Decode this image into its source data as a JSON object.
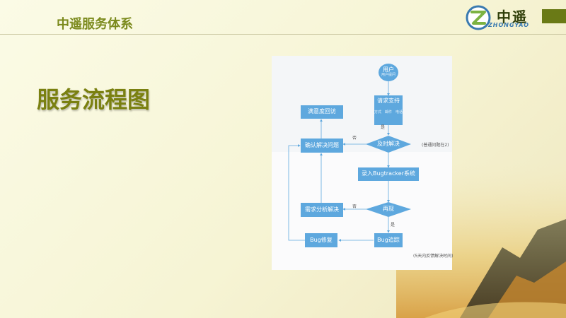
{
  "header": {
    "title": "中遥服务体系",
    "logo_text": "中遥",
    "logo_sub": "ZHONGYAO"
  },
  "page_title": "服务流程图",
  "flowchart": {
    "nodes": {
      "user": {
        "label": "用户",
        "sub": "用户提问"
      },
      "request": {
        "label": "请求支持",
        "sub": "方式　邮件　电话"
      },
      "resolve_decision": {
        "label": "及时解决"
      },
      "confirm": {
        "label": "确认解决问题"
      },
      "satisfaction": {
        "label": "满意度回访"
      },
      "bugtracker": {
        "label": "录入Bugtracker系统"
      },
      "reproduce": {
        "label": "再现"
      },
      "analyze": {
        "label": "需求分析解决"
      },
      "bug_track": {
        "label": "Bug追踪"
      },
      "bug_fix": {
        "label": "Bug修复"
      }
    },
    "labels": {
      "no_1": "否",
      "no_2": "否",
      "yes_1": "是",
      "yes_2": "是",
      "window_1": "(普通问题在2)",
      "window_2": "(5天内反馈解决时间)"
    }
  },
  "colors": {
    "accent": "#7b8a1c",
    "node": "#5ea8de",
    "line": "#5ea8de"
  }
}
